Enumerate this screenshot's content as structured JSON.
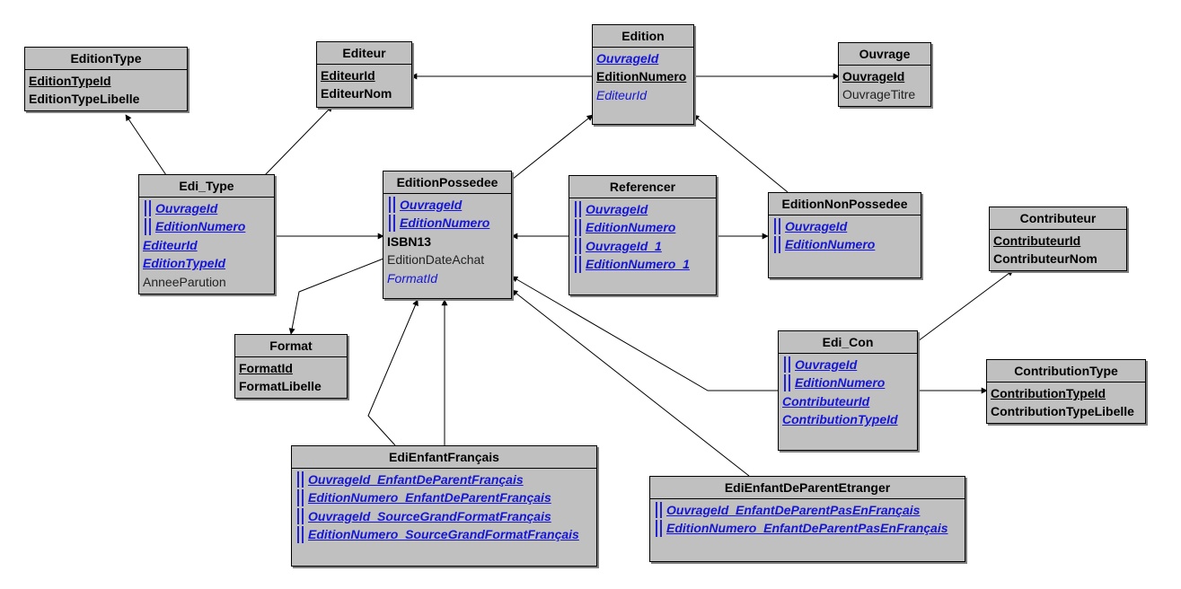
{
  "entities": {
    "editiontype": {
      "title": "EditionType"
    },
    "editeur": {
      "title": "Editeur"
    },
    "edition": {
      "title": "Edition"
    },
    "ouvrage": {
      "title": "Ouvrage"
    },
    "editype": {
      "title": "Edi_Type"
    },
    "editionpossedee": {
      "title": "EditionPossedee"
    },
    "referencer": {
      "title": "Referencer"
    },
    "editionnonpossedee": {
      "title": "EditionNonPossedee"
    },
    "contributeur": {
      "title": "Contributeur"
    },
    "format": {
      "title": "Format"
    },
    "edicon": {
      "title": "Edi_Con"
    },
    "contributiontype": {
      "title": "ContributionType"
    },
    "edienfantfrancais": {
      "title": "EdiEnfantFrançais"
    },
    "edienfantetranger": {
      "title": "EdiEnfantDeParentEtranger"
    }
  },
  "fields": {
    "editiontype": [
      "EditionTypeId",
      "EditionTypeLibelle"
    ],
    "editeur": [
      "EditeurId",
      "EditeurNom"
    ],
    "edition": [
      "OuvrageId",
      "EditionNumero",
      "EditeurId"
    ],
    "ouvrage": [
      "OuvrageId",
      "OuvrageTitre"
    ],
    "editype": [
      "OuvrageId",
      "EditionNumero",
      "EditeurId",
      "EditionTypeId",
      "AnneeParution"
    ],
    "editionpossedee": [
      "OuvrageId",
      "EditionNumero",
      "ISBN13",
      "EditionDateAchat",
      "FormatId"
    ],
    "referencer": [
      "OuvrageId",
      "EditionNumero",
      "OuvrageId_1",
      "EditionNumero_1"
    ],
    "editionnonpossedee": [
      "OuvrageId",
      "EditionNumero"
    ],
    "contributeur": [
      "ContributeurId",
      "ContributeurNom"
    ],
    "format": [
      "FormatId",
      "FormatLibelle"
    ],
    "edicon": [
      "OuvrageId",
      "EditionNumero",
      "ContributeurId",
      "ContributionTypeId"
    ],
    "contributiontype": [
      "ContributionTypeId",
      "ContributionTypeLibelle"
    ],
    "edienfantfrancais": [
      "OuvrageId_EnfantDeParentFrançais",
      "EditionNumero_EnfantDeParentFrançais",
      "OuvrageId_SourceGrandFormatFrançais",
      "EditionNumero_SourceGrandFormatFrançais"
    ],
    "edienfantetranger": [
      "OuvrageId_EnfantDeParentPasEnFrançais",
      "EditionNumero_EnfantDeParentPasEnFrançais"
    ]
  }
}
